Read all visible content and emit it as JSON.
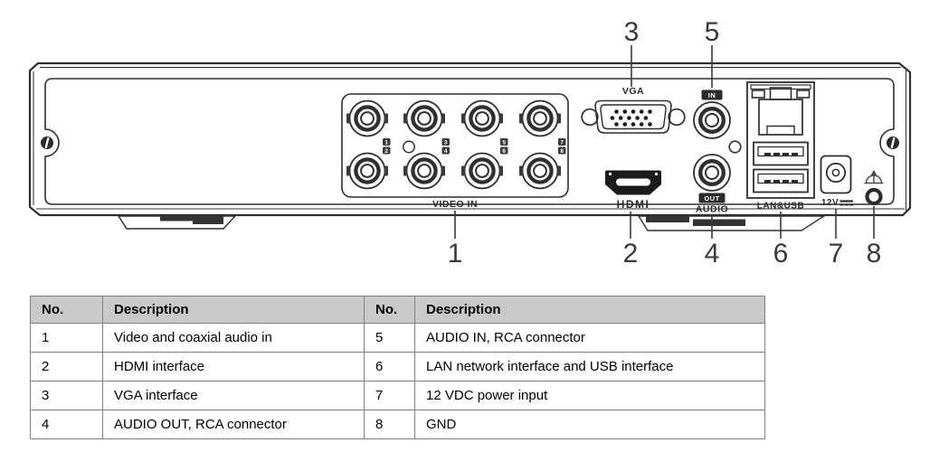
{
  "figure": {
    "panel_labels": {
      "video_in": "VIDEO IN",
      "vga": "VGA",
      "hdmi": "HDMI",
      "audio_in_badge": "IN",
      "audio_out_badge": "OUT",
      "audio": "AUDIO",
      "lan_usb": "LAN&USB",
      "power": "12V"
    },
    "bnc_channels": [
      "1",
      "2",
      "3",
      "4",
      "5",
      "6",
      "7",
      "8"
    ],
    "callouts": {
      "video_in": "1",
      "hdmi": "2",
      "vga": "3",
      "audio_out": "4",
      "audio_in": "5",
      "lan_usb": "6",
      "power": "7",
      "gnd": "8"
    }
  },
  "table": {
    "headers": [
      "No.",
      "Description",
      "No.",
      "Description"
    ],
    "rows": [
      [
        "1",
        "Video and coaxial audio in",
        "5",
        "AUDIO IN, RCA connector"
      ],
      [
        "2",
        "HDMI interface",
        "6",
        "LAN network interface and USB interface"
      ],
      [
        "3",
        "VGA interface",
        "7",
        "12 VDC power input"
      ],
      [
        "4",
        "AUDIO OUT, RCA connector",
        "8",
        "GND"
      ]
    ]
  },
  "colors": {
    "line": "#2f2f2f",
    "table_header_bg": "#c9c9c9",
    "table_border": "#808080"
  }
}
